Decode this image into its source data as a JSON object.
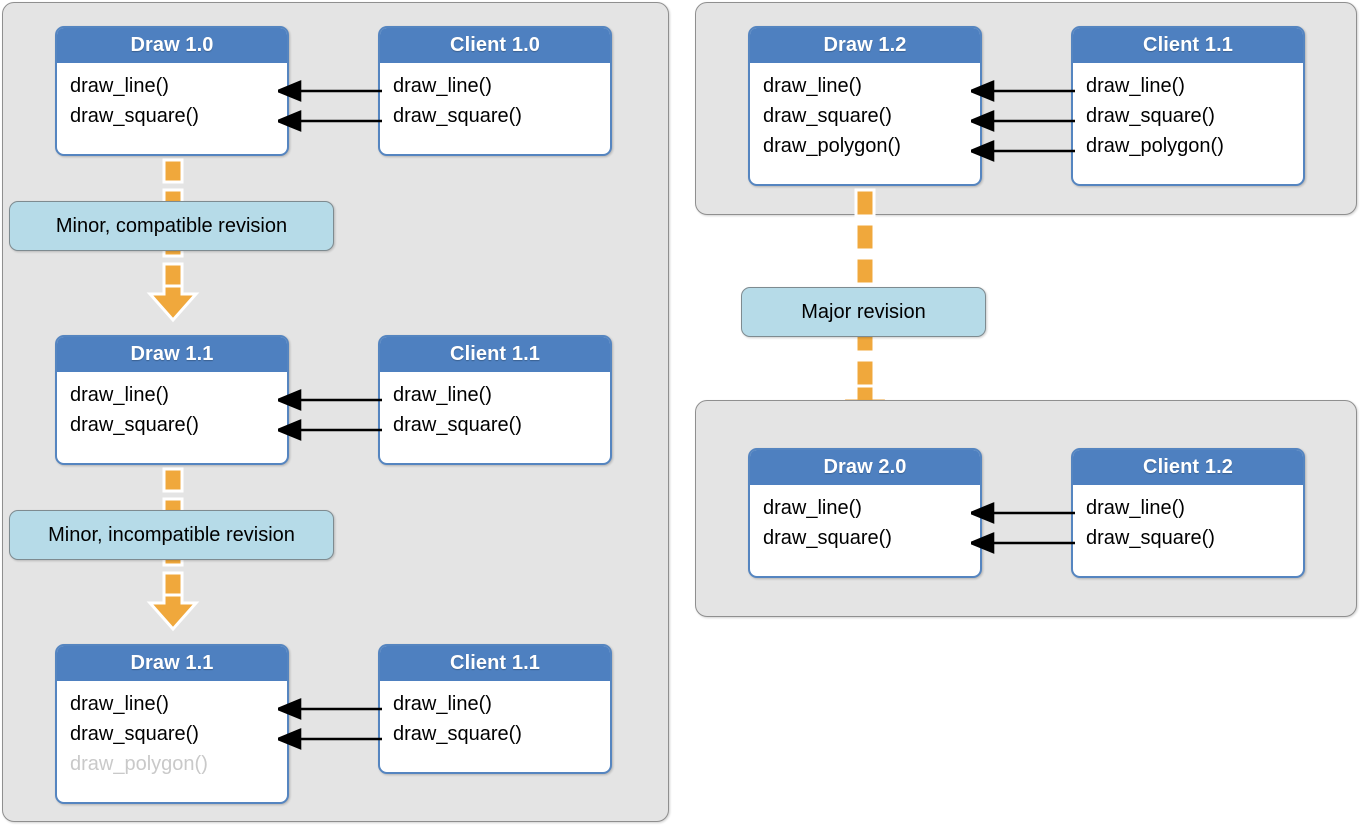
{
  "diagram": {
    "title": "Library and client versioning / revision compatibility diagram",
    "colors": {
      "panel_fill": "#e4e4e4",
      "panel_border": "#8f8f8f",
      "box_header_blue": "#4e80c0",
      "box_border_blue": "#5585c0",
      "box_body_white": "#ffffff",
      "label_fill": "#b6dbe8",
      "label_border": "#7e8b90",
      "revision_arrow_orange": "#f0a83c",
      "revision_arrow_outline": "#ffffff",
      "call_arrow_black": "#000000",
      "disabled_method_grey": "#c9c9c9"
    }
  },
  "left_panel": {
    "name": "minor-revisions-panel",
    "stages": [
      {
        "library": {
          "title": "Draw 1.0",
          "methods": [
            {
              "label": "draw_line()",
              "state": "active"
            },
            {
              "label": "draw_square()",
              "state": "active"
            }
          ]
        },
        "client": {
          "title": "Client 1.0",
          "methods": [
            {
              "label": "draw_line()",
              "state": "active"
            },
            {
              "label": "draw_square()",
              "state": "active"
            }
          ]
        },
        "calls": [
          "draw_line()",
          "draw_square()"
        ]
      },
      {
        "library": {
          "title": "Draw 1.1",
          "methods": [
            {
              "label": "draw_line()",
              "state": "active"
            },
            {
              "label": "draw_square()",
              "state": "active"
            }
          ]
        },
        "client": {
          "title": "Client 1.1",
          "methods": [
            {
              "label": "draw_line()",
              "state": "active"
            },
            {
              "label": "draw_square()",
              "state": "active"
            }
          ]
        },
        "calls": [
          "draw_line()",
          "draw_square()"
        ]
      },
      {
        "library": {
          "title": "Draw 1.1",
          "methods": [
            {
              "label": "draw_line()",
              "state": "active"
            },
            {
              "label": "draw_square()",
              "state": "active"
            },
            {
              "label": "draw_polygon()",
              "state": "disabled"
            }
          ]
        },
        "client": {
          "title": "Client 1.1",
          "methods": [
            {
              "label": "draw_line()",
              "state": "active"
            },
            {
              "label": "draw_square()",
              "state": "active"
            }
          ]
        },
        "calls": [
          "draw_line()",
          "draw_square()"
        ]
      }
    ],
    "transitions": [
      {
        "label": "Minor, compatible revision"
      },
      {
        "label": "Minor, incompatible revision"
      }
    ]
  },
  "right_panel": {
    "name": "major-revision-panel",
    "stages": [
      {
        "library": {
          "title": "Draw 1.2",
          "methods": [
            {
              "label": "draw_line()",
              "state": "active"
            },
            {
              "label": "draw_square()",
              "state": "active"
            },
            {
              "label": "draw_polygon()",
              "state": "active"
            }
          ]
        },
        "client": {
          "title": "Client 1.1",
          "methods": [
            {
              "label": "draw_line()",
              "state": "active"
            },
            {
              "label": "draw_square()",
              "state": "active"
            },
            {
              "label": "draw_polygon()",
              "state": "active"
            }
          ]
        },
        "calls": [
          "draw_line()",
          "draw_square()",
          "draw_polygon()"
        ]
      },
      {
        "library": {
          "title": "Draw 2.0",
          "methods": [
            {
              "label": "draw_line()",
              "state": "active"
            },
            {
              "label": "draw_square()",
              "state": "active"
            }
          ]
        },
        "client": {
          "title": "Client 1.2",
          "methods": [
            {
              "label": "draw_line()",
              "state": "active"
            },
            {
              "label": "draw_square()",
              "state": "active"
            }
          ]
        },
        "calls": [
          "draw_line()",
          "draw_square()"
        ]
      }
    ],
    "transitions": [
      {
        "label": "Major revision"
      }
    ]
  }
}
